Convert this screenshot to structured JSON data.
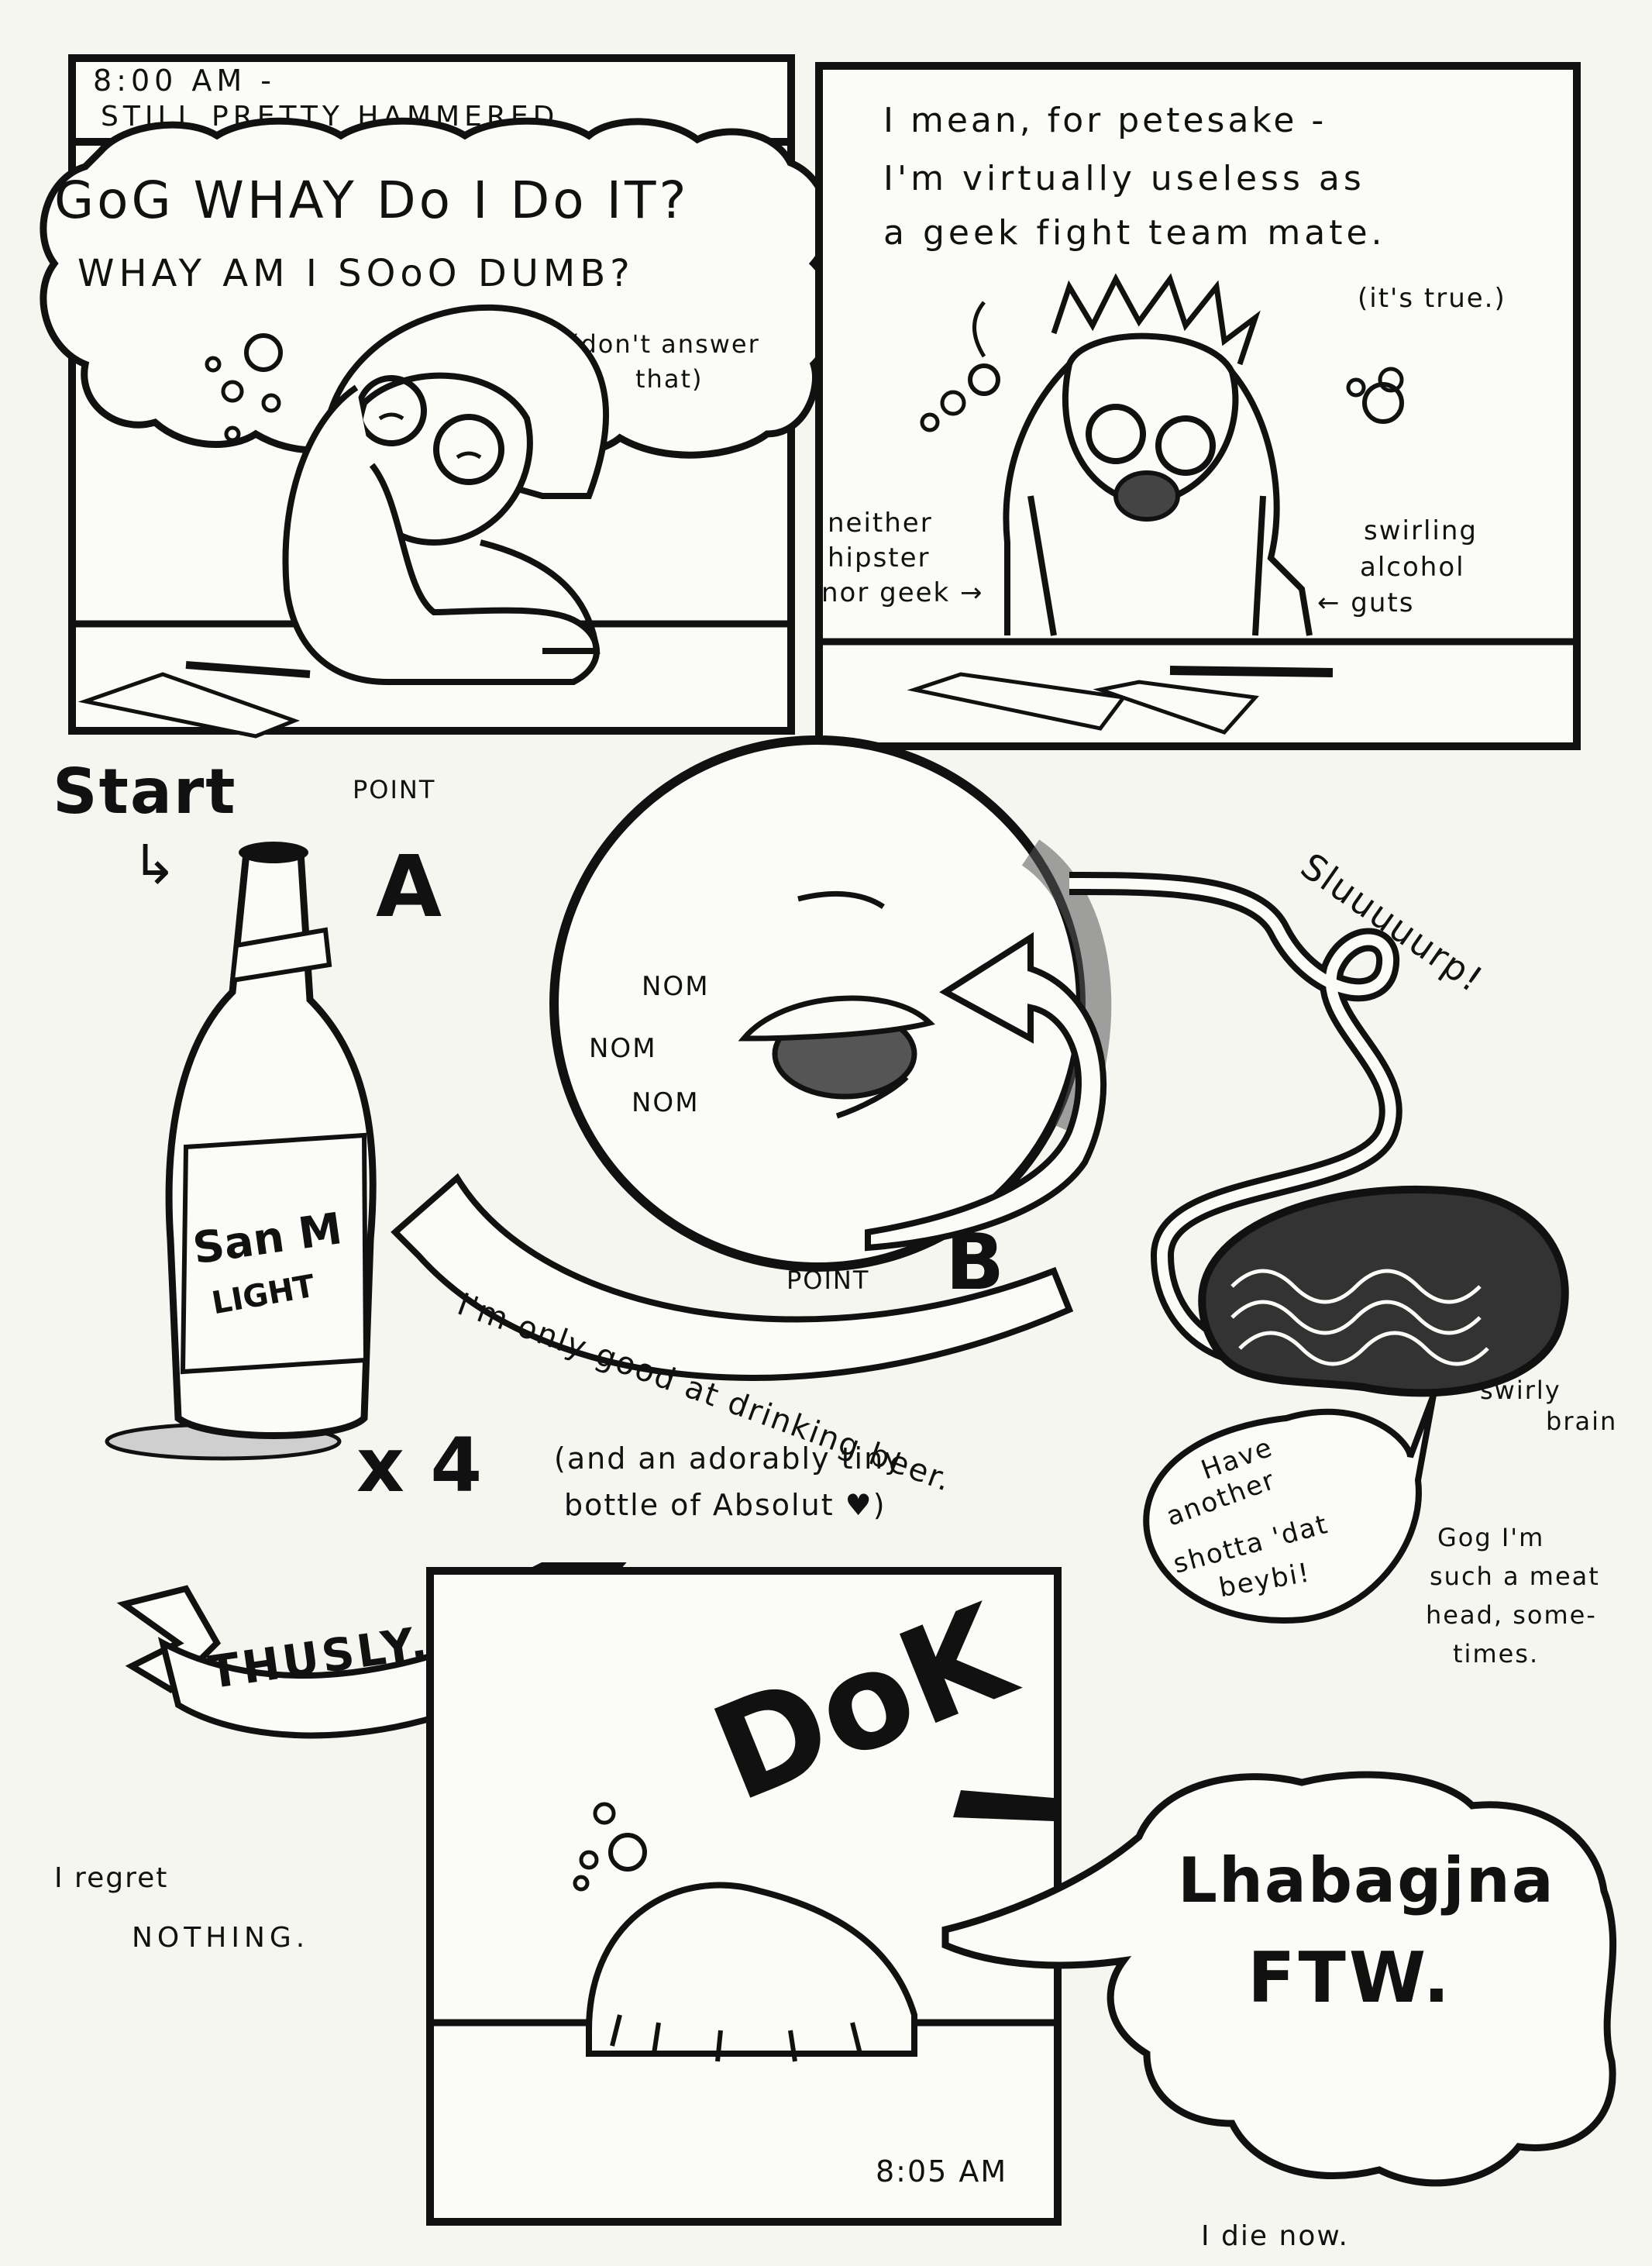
{
  "panel1": {
    "caption_time": "8:00 AM -",
    "caption_text": "STILL PRETTY HAMMERED",
    "bubble_line1": "GoG WHAY Do I Do IT?",
    "bubble_line2": "WHAY AM I SOoO DUMB?",
    "aside_line1": "(don't answer",
    "aside_line2": "that)"
  },
  "panel2": {
    "line1": "I mean, for petesake -",
    "line2": "I'm virtually useless as",
    "line3": "a geek fight team mate.",
    "aside": "(it's true.)",
    "label_left_1": "neither",
    "label_left_2": "hipster",
    "label_left_3": "nor geek →",
    "label_right_1": "swirling",
    "label_right_2": "alcohol",
    "label_right_3": "← guts"
  },
  "middle": {
    "start": "Start",
    "start_arrow": "↳",
    "point_a_small": "POINT",
    "point_a_letter": "A",
    "bottle_brand_1": "San M",
    "bottle_brand_2": "LIGHT",
    "nom1": "NOM",
    "nom2": "NOM",
    "nom3": "NOM",
    "point_b_small": "POINT",
    "point_b_letter": "B",
    "banner": "I'm only good at drinking beer.",
    "slurp": "Sluuuuurp!",
    "times": "x 4",
    "absolut_1": "(and an adorably tiny",
    "absolut_2": "bottle of Absolut ♥)",
    "brain_label_1": "swirly",
    "brain_label_2": "brain",
    "speech_1": "Have",
    "speech_2": "another",
    "speech_3": "shotta 'dat",
    "speech_4": "beybi!",
    "meathead_1": "Gog I'm",
    "meathead_2": "such a meat",
    "meathead_3": "head, some-",
    "meathead_4": "times."
  },
  "bottom": {
    "thusly": "THUSLY...",
    "dok": "DoK",
    "time": "8:05 AM",
    "regret_1": "I regret",
    "regret_2": "NOTHING.",
    "speech_1": "Lhabagjna",
    "speech_2": "FTW.",
    "die": "I die now."
  }
}
